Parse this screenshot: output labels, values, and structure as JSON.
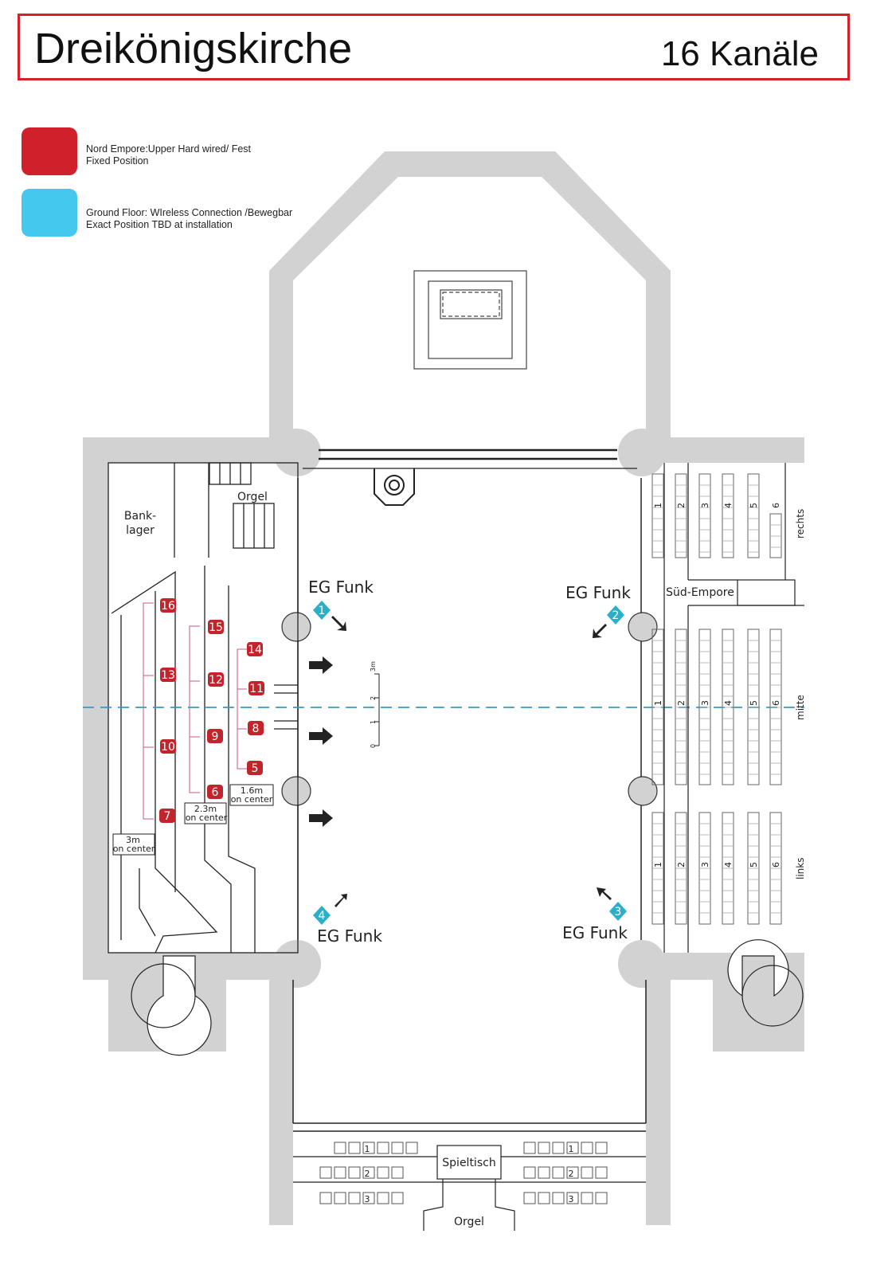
{
  "header": {
    "title": "Dreikönigskirche",
    "channels": "16 Kanäle"
  },
  "legend": [
    {
      "color": "#d0202b",
      "line1": "Nord Empore:Upper Hard wired/ Fest",
      "line2": "Fixed Position"
    },
    {
      "color": "#45c8ee",
      "line1": "Ground Floor: WIreless Connection /Bewegbar",
      "line2": "Exact Position TBD at installation"
    }
  ],
  "colors": {
    "wall": "#d2d2d2",
    "hardwired": "#c3242b",
    "wireless": "#2aaec9",
    "axis": "#3a9ac2",
    "title_border": "#d6202a"
  },
  "labels": {
    "bank_1": "Bank-",
    "bank_2": "lager",
    "orgel_top": "Orgel",
    "sued_empore": "Süd-Empore",
    "rechts": "rechts",
    "mitte": "mitte",
    "links": "links",
    "spieltisch": "Spieltisch",
    "orgel_bottom": "Orgel",
    "dist_3m_a": "3m",
    "dist_3m_b": "on center",
    "dist_23_a": "2.3m",
    "dist_23_b": "on center",
    "dist_16_a": "1.6m",
    "dist_16_b": "on center",
    "scale": [
      "3m",
      "2",
      "1",
      "0"
    ]
  },
  "wired_mics": [
    "16",
    "15",
    "14",
    "13",
    "12",
    "11",
    "10",
    "9",
    "8",
    "7",
    "6",
    "5"
  ],
  "wireless_mics": [
    {
      "num": "1",
      "label": "EG Funk"
    },
    {
      "num": "2",
      "label": "EG Funk"
    },
    {
      "num": "3",
      "label": "EG Funk"
    },
    {
      "num": "4",
      "label": "EG Funk"
    }
  ],
  "pews": {
    "east_rows": [
      "1",
      "2",
      "3",
      "4",
      "5",
      "6"
    ],
    "west_rows": [
      "1",
      "2",
      "3"
    ]
  }
}
